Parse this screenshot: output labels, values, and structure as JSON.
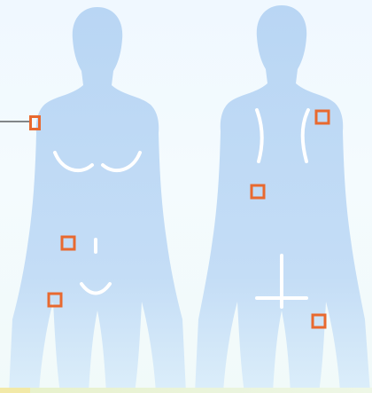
{
  "colors": {
    "background": "#f2f9ff",
    "body_fill": "#bcd8f5",
    "body_fill_light": "#cde3f8",
    "contour_lines": "#ffffff",
    "marker_stroke": "#e8692f",
    "pointer_line": "#111111"
  },
  "figures": [
    {
      "view": "front"
    },
    {
      "view": "back"
    }
  ],
  "markers": [
    {
      "figure": "front",
      "region": "left-upper-arm",
      "has_pointer": true
    },
    {
      "figure": "front",
      "region": "abdomen"
    },
    {
      "figure": "front",
      "region": "left-thigh"
    },
    {
      "figure": "back",
      "region": "upper-back-right"
    },
    {
      "figure": "back",
      "region": "lower-back-left"
    },
    {
      "figure": "back",
      "region": "right-buttock"
    }
  ]
}
